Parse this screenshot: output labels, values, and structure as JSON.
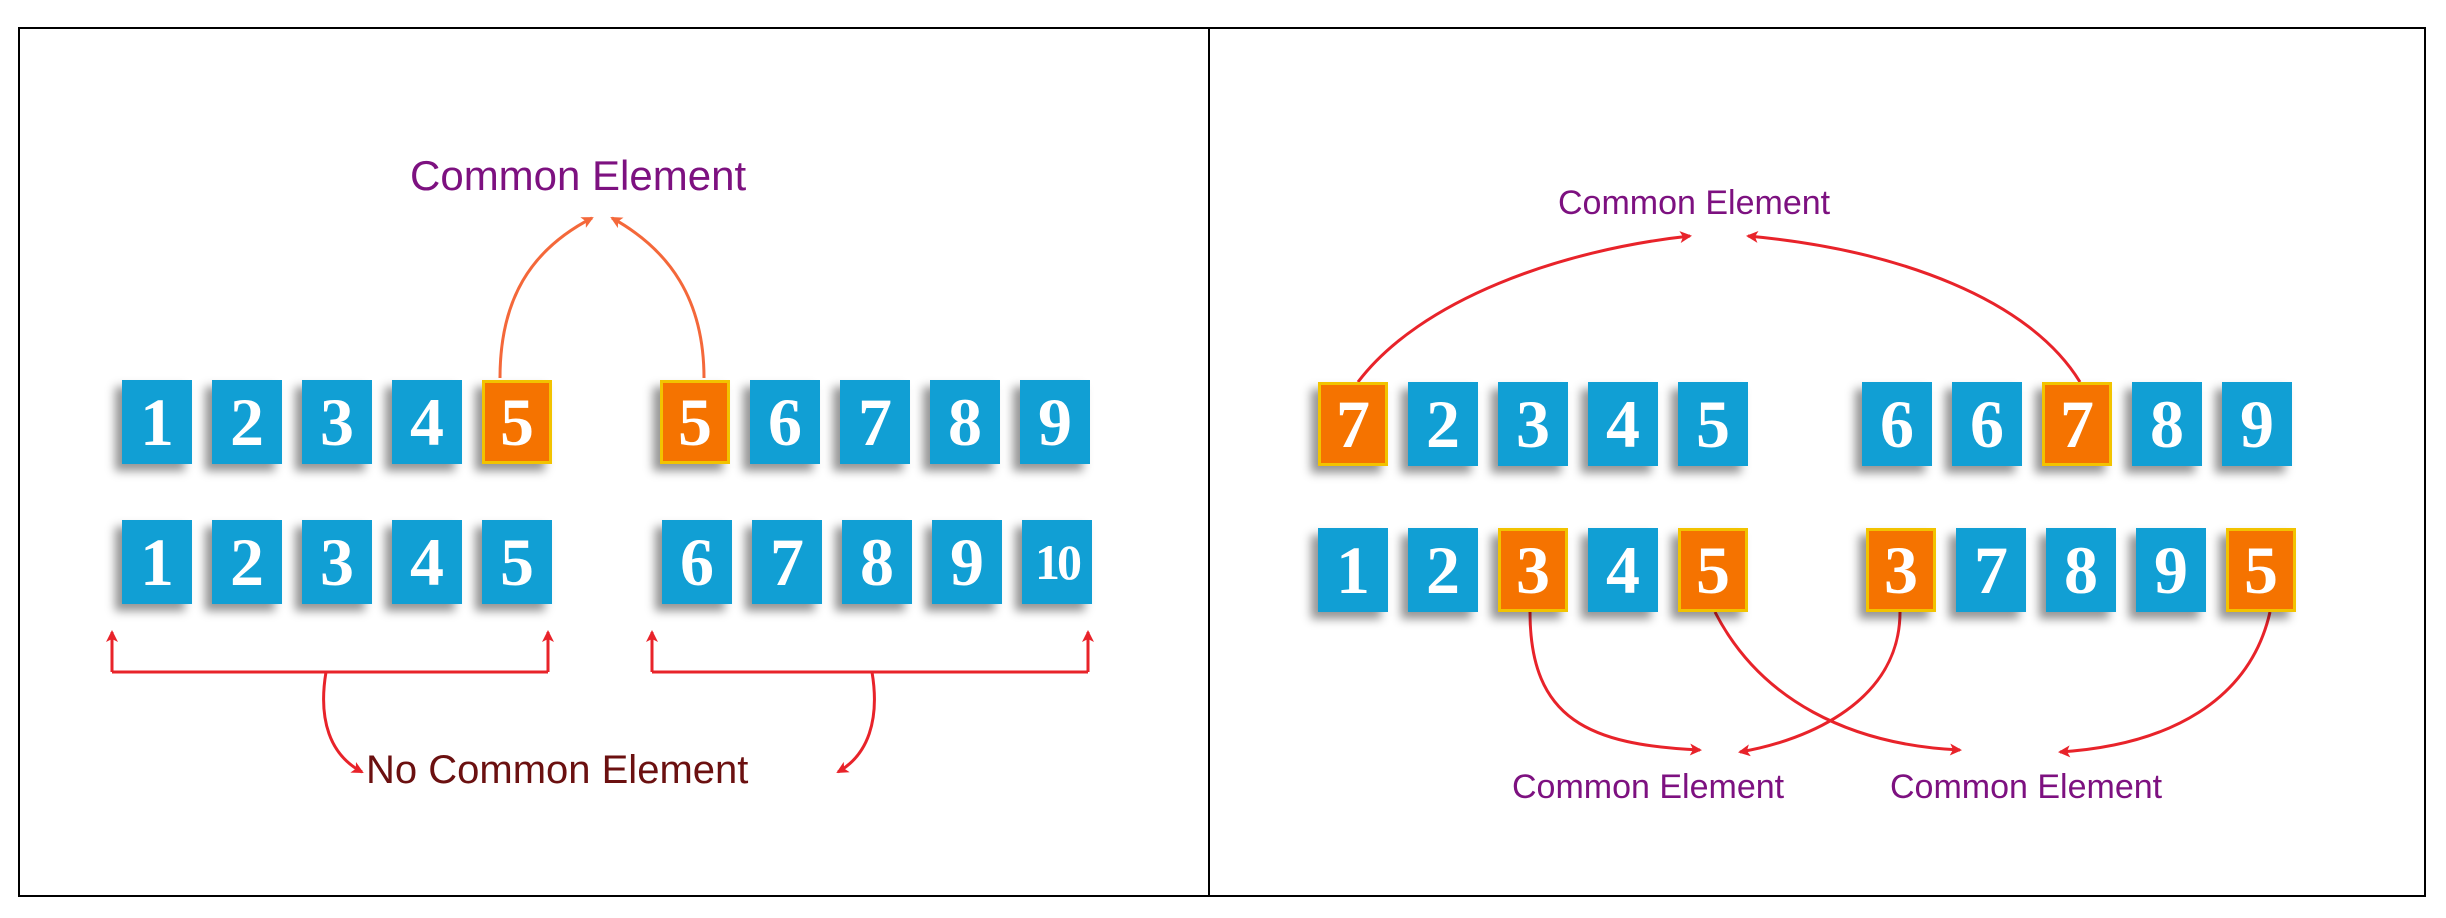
{
  "left_panel": {
    "top_label": "Common Element",
    "bottom_label": "No Common Element",
    "row1_a": [
      {
        "text": "1",
        "highlight": false
      },
      {
        "text": "2",
        "highlight": false
      },
      {
        "text": "3",
        "highlight": false
      },
      {
        "text": "4",
        "highlight": false
      },
      {
        "text": "5",
        "highlight": true
      }
    ],
    "row1_b": [
      {
        "text": "5",
        "highlight": true
      },
      {
        "text": "6",
        "highlight": false
      },
      {
        "text": "7",
        "highlight": false
      },
      {
        "text": "8",
        "highlight": false
      },
      {
        "text": "9",
        "highlight": false
      }
    ],
    "row2_a": [
      {
        "text": "1",
        "highlight": false
      },
      {
        "text": "2",
        "highlight": false
      },
      {
        "text": "3",
        "highlight": false
      },
      {
        "text": "4",
        "highlight": false
      },
      {
        "text": "5",
        "highlight": false
      }
    ],
    "row2_b": [
      {
        "text": "6",
        "highlight": false
      },
      {
        "text": "7",
        "highlight": false
      },
      {
        "text": "8",
        "highlight": false
      },
      {
        "text": "9",
        "highlight": false
      },
      {
        "text": "10",
        "highlight": false
      }
    ]
  },
  "right_panel": {
    "top_label": "Common Element",
    "bottom_label_1": "Common Element",
    "bottom_label_2": "Common Element",
    "row1_a": [
      {
        "text": "7",
        "highlight": true
      },
      {
        "text": "2",
        "highlight": false
      },
      {
        "text": "3",
        "highlight": false
      },
      {
        "text": "4",
        "highlight": false
      },
      {
        "text": "5",
        "highlight": false
      }
    ],
    "row1_b": [
      {
        "text": "6",
        "highlight": false
      },
      {
        "text": "6",
        "highlight": false
      },
      {
        "text": "7",
        "highlight": true
      },
      {
        "text": "8",
        "highlight": false
      },
      {
        "text": "9",
        "highlight": false
      }
    ],
    "row2_a": [
      {
        "text": "1",
        "highlight": false
      },
      {
        "text": "2",
        "highlight": false
      },
      {
        "text": "3",
        "highlight": true
      },
      {
        "text": "4",
        "highlight": false
      },
      {
        "text": "5",
        "highlight": true
      }
    ],
    "row2_b": [
      {
        "text": "3",
        "highlight": true
      },
      {
        "text": "7",
        "highlight": false
      },
      {
        "text": "8",
        "highlight": false
      },
      {
        "text": "9",
        "highlight": false
      },
      {
        "text": "5",
        "highlight": true
      }
    ]
  },
  "colors": {
    "box_blue": "#119fd4",
    "box_orange": "#f57300",
    "box_orange_border": "#f2c300",
    "label_purple": "#7d1180",
    "label_dark_red": "#6b1010",
    "arrow_red": "#e8232a",
    "arrow_orange": "#f4683a"
  }
}
